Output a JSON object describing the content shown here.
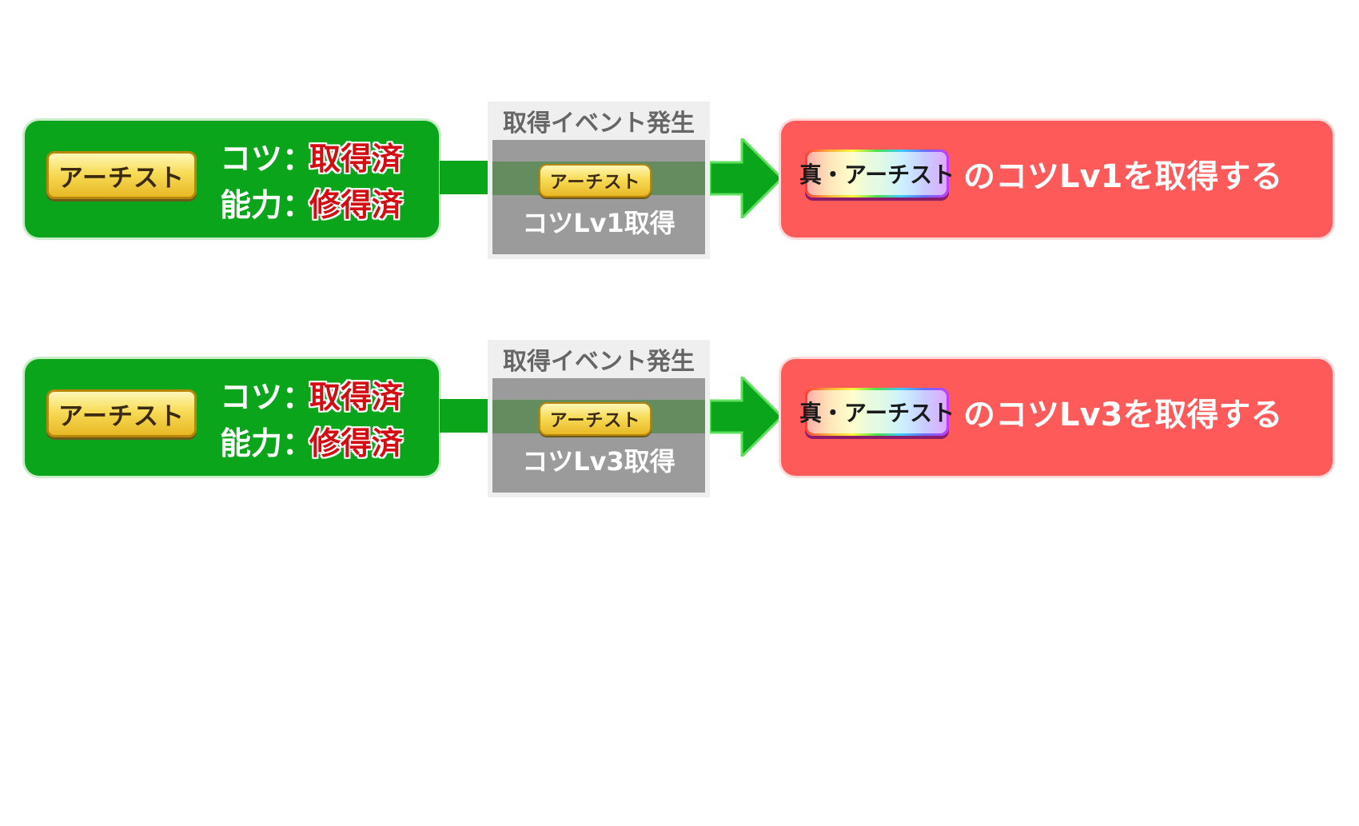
{
  "rows": [
    {
      "skill": "アーチスト",
      "status": [
        {
          "label": "コツ：",
          "value": "取得済"
        },
        {
          "label": "能力：",
          "value": "修得済"
        }
      ],
      "event_title": "取得イベント発生",
      "event_skill": "アーチスト",
      "event_caption": "コツLv1取得",
      "result_badge": "真・アーチスト",
      "result_text": "のコツLv1を取得する"
    },
    {
      "skill": "アーチスト",
      "status": [
        {
          "label": "コツ：",
          "value": "取得済"
        },
        {
          "label": "能力：",
          "value": "修得済"
        }
      ],
      "event_title": "取得イベント発生",
      "event_skill": "アーチスト",
      "event_caption": "コツLv3取得",
      "result_badge": "真・アーチスト",
      "result_text": "のコツLv3を取得する"
    }
  ],
  "colors": {
    "condition_box": "#0aa51b",
    "status_value": "#d40d12",
    "event_bg": "#9b9b9b",
    "result_box": "#ff5a5a",
    "arrow": "#0aa51b"
  },
  "icons": {
    "flow_arrow": "right-arrow-icon"
  }
}
